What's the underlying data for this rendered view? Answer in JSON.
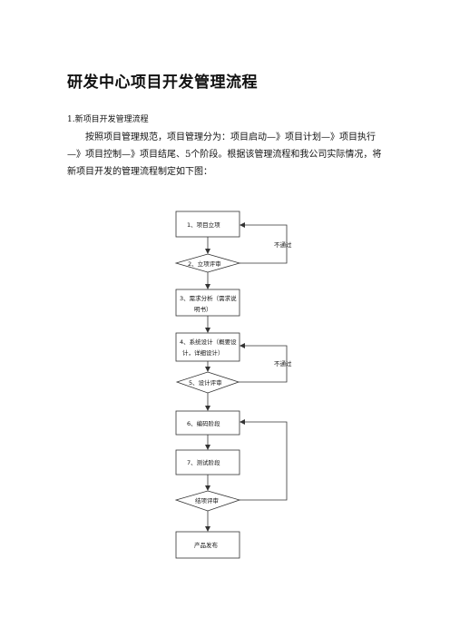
{
  "document": {
    "title": "研发中心项目开发管理流程",
    "section_heading": "1.新项目开发管理流程",
    "paragraph": "按照项目管理规范，项目管理分为：项目启动—》项目计划—》项目执行—》项目控制—》项目结尾、5个阶段。根据该管理流程和我公司实际情况，将新项目开发的管理流程制定如下图："
  },
  "flowchart": {
    "steps": [
      {
        "lines": [
          "1、项目立项"
        ]
      },
      {
        "lines": [
          "2、立项评审"
        ]
      },
      {
        "lines": [
          "3、需求分析（需求说",
          "明书）"
        ]
      },
      {
        "lines": [
          "4、系统设计（概要设",
          "计，详细设计）"
        ]
      },
      {
        "lines": [
          "5、设计评审"
        ]
      },
      {
        "lines": [
          "6、编码阶段"
        ]
      },
      {
        "lines": [
          "7、测试阶段"
        ]
      },
      {
        "lines": [
          "结项评审"
        ]
      },
      {
        "lines": [
          "产品发布"
        ]
      }
    ],
    "loop_labels": [
      "不通过",
      "不通过"
    ]
  }
}
